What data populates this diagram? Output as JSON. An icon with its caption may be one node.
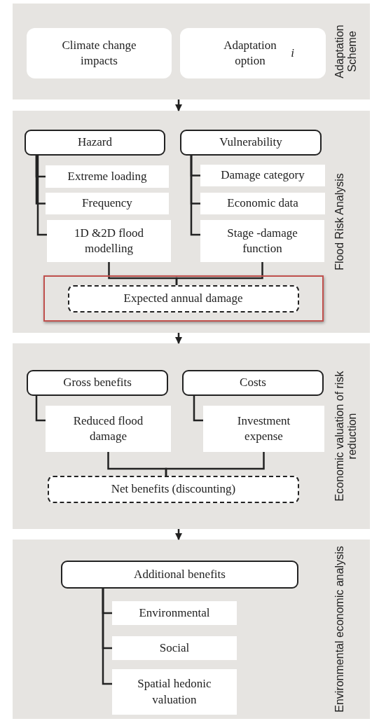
{
  "diagram": {
    "nodes": [
      {
        "text": [
          "Adaptation Scheme"
        ]
      },
      {
        "text": [
          "Climate change impacts"
        ],
        "in": 0
      },
      {
        "text": [
          "Adaptation option *i*"
        ],
        "in": 0
      },
      {
        "text": [
          "Flood Risk Analysis"
        ]
      },
      {
        "text": [
          "Hazard"
        ],
        "in": 3
      },
      {
        "text": [
          "Extreme loading"
        ],
        "in": 3
      },
      {
        "text": [
          "Frequency"
        ],
        "in": 3
      },
      {
        "text": [
          "1D &2D flood modelling"
        ],
        "in": 3
      },
      {
        "text": [
          "Vulnerability"
        ],
        "in": 3
      },
      {
        "text": [
          "Damage category"
        ],
        "in": 3
      },
      {
        "text": [
          "Economic data"
        ],
        "in": 3
      },
      {
        "text": [
          "Stage -damage function"
        ],
        "in": 3
      },
      {
        "text": [],
        "shape": "box",
        "in": 3
      },
      {
        "text": [
          "Expected annual damage"
        ],
        "in": 12
      },
      {
        "text": [
          "Economic valuation of risk reduction"
        ]
      },
      {
        "text": [
          "Gross benefits"
        ],
        "in": 14
      },
      {
        "text": [
          "Reduced flood damage"
        ],
        "in": 14
      },
      {
        "text": [
          "Costs"
        ],
        "in": 14
      },
      {
        "text": [
          "Investment expense"
        ],
        "in": 14
      },
      {
        "text": [
          "Net benefits (discounting)"
        ],
        "in": 14
      },
      {
        "text": [
          "Environmental economic analysis"
        ]
      },
      {
        "text": [
          "Additional benefits"
        ],
        "in": 20
      },
      {
        "text": [
          "Environmental"
        ],
        "in": 20
      },
      {
        "text": [
          "Social"
        ],
        "in": 20
      },
      {
        "text": [
          "Spatial hedonic valuation"
        ],
        "in": 20
      }
    ],
    "edges": [
      {
        "from": 0,
        "to": 3,
        "arrow": "to"
      },
      {
        "from": 4,
        "to": 5,
        "arrow": "none"
      },
      {
        "from": 4,
        "to": 6,
        "arrow": "none"
      },
      {
        "from": 4,
        "to": 7,
        "arrow": "none"
      },
      {
        "from": 8,
        "to": 9,
        "arrow": "none"
      },
      {
        "from": 8,
        "to": 10,
        "arrow": "none"
      },
      {
        "from": 8,
        "to": 11,
        "arrow": "none"
      },
      {
        "from": 7,
        "to": 13,
        "arrow": "none"
      },
      {
        "from": 11,
        "to": 13,
        "arrow": "none"
      },
      {
        "from": 3,
        "to": 14,
        "arrow": "to"
      },
      {
        "from": 15,
        "to": 16,
        "arrow": "none"
      },
      {
        "from": 17,
        "to": 18,
        "arrow": "none"
      },
      {
        "from": 16,
        "to": 19,
        "arrow": "none"
      },
      {
        "from": 18,
        "to": 19,
        "arrow": "none"
      },
      {
        "from": 14,
        "to": 20,
        "arrow": "to"
      },
      {
        "from": 21,
        "to": 22,
        "arrow": "none"
      },
      {
        "from": 21,
        "to": 23,
        "arrow": "none"
      },
      {
        "from": 21,
        "to": 24,
        "arrow": "none"
      }
    ]
  }
}
